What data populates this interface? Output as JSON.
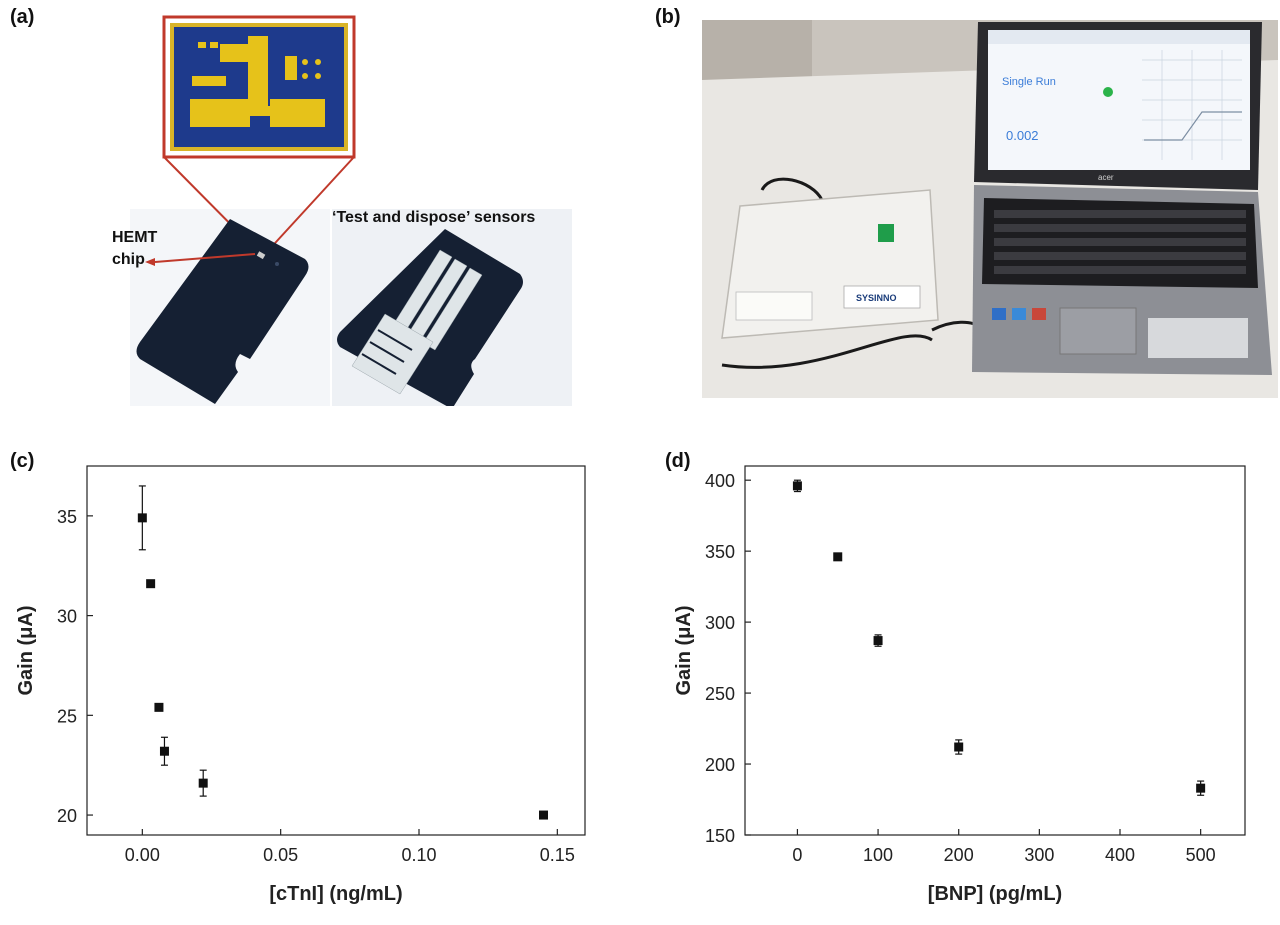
{
  "panels": {
    "a": "(a)",
    "b": "(b)",
    "c": "(c)",
    "d": "(d)"
  },
  "photo_a": {
    "hemt_label_line1": "HEMT",
    "hemt_label_line2": "chip",
    "sensors_label": "‘Test and dispose’ sensors"
  },
  "photo_b": {
    "screen_value": "0.002",
    "screen_title": "Single Run",
    "brand": "SYSINNO",
    "laptop_brand": "acer"
  },
  "colors": {
    "marker": "#111111",
    "axis": "#222222",
    "chip_gold": "#e6c21a",
    "chip_blue": "#1e3a8c",
    "callout_red": "#c0392b"
  },
  "chart_data": [
    {
      "type": "scatter",
      "xlabel": "[cTnI] (ng/mL)",
      "ylabel": "Gain (μA)",
      "xlim": [
        -0.02,
        0.16
      ],
      "ylim": [
        19,
        37.5
      ],
      "xticks": [
        0.0,
        0.05,
        0.1,
        0.15
      ],
      "xtick_labels": [
        "0.00",
        "0.05",
        "0.10",
        "0.15"
      ],
      "yticks": [
        20,
        25,
        30,
        35
      ],
      "ytick_labels": [
        "20",
        "25",
        "30",
        "35"
      ],
      "points": [
        {
          "x": 0.0,
          "y": 34.9,
          "err": 1.6
        },
        {
          "x": 0.003,
          "y": 31.6,
          "err": 0.15
        },
        {
          "x": 0.006,
          "y": 25.4,
          "err": 0.15
        },
        {
          "x": 0.008,
          "y": 23.2,
          "err": 0.7
        },
        {
          "x": 0.022,
          "y": 21.6,
          "err": 0.65
        },
        {
          "x": 0.145,
          "y": 20.0,
          "err": 0.15
        }
      ]
    },
    {
      "type": "scatter",
      "xlabel": "[BNP] (pg/mL)",
      "ylabel": "Gain (μA)",
      "xlim": [
        -65,
        555
      ],
      "ylim": [
        150,
        410
      ],
      "xticks": [
        0,
        100,
        200,
        300,
        400,
        500
      ],
      "xtick_labels": [
        "0",
        "100",
        "200",
        "300",
        "400",
        "500"
      ],
      "yticks": [
        150,
        200,
        250,
        300,
        350,
        400
      ],
      "ytick_labels": [
        "150",
        "200",
        "250",
        "300",
        "350",
        "400"
      ],
      "points": [
        {
          "x": 0,
          "y": 396,
          "err": 4
        },
        {
          "x": 50,
          "y": 346,
          "err": 2
        },
        {
          "x": 100,
          "y": 287,
          "err": 4
        },
        {
          "x": 200,
          "y": 212,
          "err": 5
        },
        {
          "x": 500,
          "y": 183,
          "err": 5
        }
      ]
    }
  ]
}
